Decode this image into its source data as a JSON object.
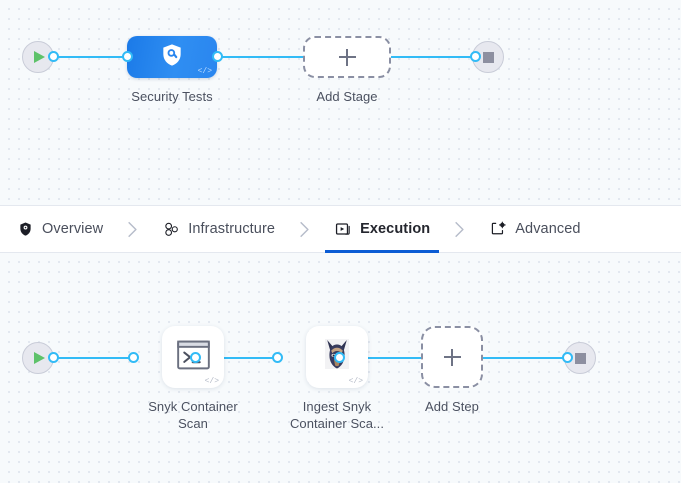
{
  "tabs": {
    "items": [
      {
        "label": "Overview",
        "icon": "shield-icon",
        "active": false
      },
      {
        "label": "Infrastructure",
        "icon": "nodes-icon",
        "active": false
      },
      {
        "label": "Execution",
        "icon": "play-box-icon",
        "active": true
      },
      {
        "label": "Advanced",
        "icon": "settings-box-icon",
        "active": false
      }
    ],
    "separator": "chevron-right-icon",
    "active_underline_color": "#0b5cd4"
  },
  "stage_graph": {
    "start_node": {
      "name": "pipeline-start",
      "icon": "play-icon"
    },
    "end_node": {
      "name": "pipeline-end",
      "icon": "stop-icon"
    },
    "stages": [
      {
        "label": "Security Tests",
        "icon": "shield-scan-icon",
        "badge": "</>",
        "color": "#2a86ef"
      }
    ],
    "add_stage": {
      "label": "Add Stage",
      "icon": "plus-icon"
    }
  },
  "step_graph": {
    "start_node": {
      "name": "execution-start",
      "icon": "play-icon"
    },
    "end_node": {
      "name": "execution-end",
      "icon": "stop-icon"
    },
    "steps": [
      {
        "label": "Snyk Container\nScan",
        "icon": "terminal-icon",
        "badge": "</>"
      },
      {
        "label": "Ingest Snyk\nContainer Sca...",
        "icon": "snyk-dog-icon",
        "badge": "</>"
      }
    ],
    "add_step": {
      "label": "Add Step",
      "icon": "plus-icon"
    }
  },
  "colors": {
    "edge": "#32bbf6",
    "canvas_bg": "#f7fafc",
    "dot_grid": "#dfe5ee",
    "stage_blue": "#2a86ef",
    "play_green": "#5ec26a",
    "stop_gray": "#8d8fa0"
  }
}
